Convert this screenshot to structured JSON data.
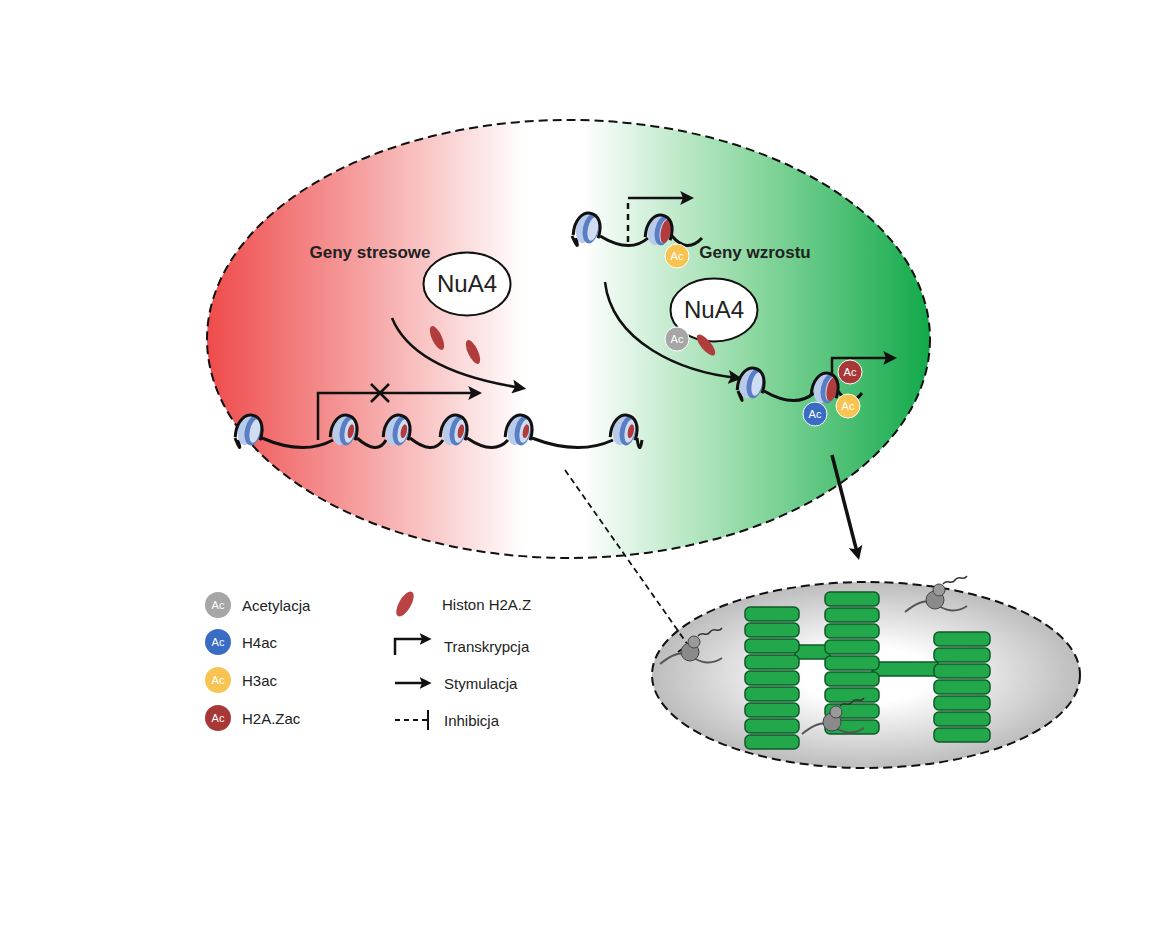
{
  "diagram": {
    "nodes": [
      {
        "text": [
          "Geny stresowe",
          "Geny wzrostu"
        ]
      },
      {
        "text": [
          "NuA4"
        ],
        "in": 0
      },
      {
        "text": [
          "NuA4"
        ],
        "in": 0
      }
    ],
    "labels": [
      "Ac",
      "Ac",
      "Ac",
      "Ac",
      "Ac",
      "Ac",
      "Ac",
      "Ac",
      "Ac"
    ],
    "legend": [
      {
        "text": "Acetylacja",
        "color": "#a6a6a6"
      },
      {
        "text": "H4ac",
        "color": "#3b6cc4"
      },
      {
        "text": "H3ac",
        "color": "#f7c451"
      },
      {
        "text": "H2A.Zac",
        "color": "#a83838"
      },
      {
        "text": "Histon H2A.Z",
        "color": "#b94343"
      },
      {
        "text": "Transkrypcja"
      },
      {
        "text": "Stymulacja"
      },
      {
        "text": "Inhibicja"
      }
    ]
  }
}
